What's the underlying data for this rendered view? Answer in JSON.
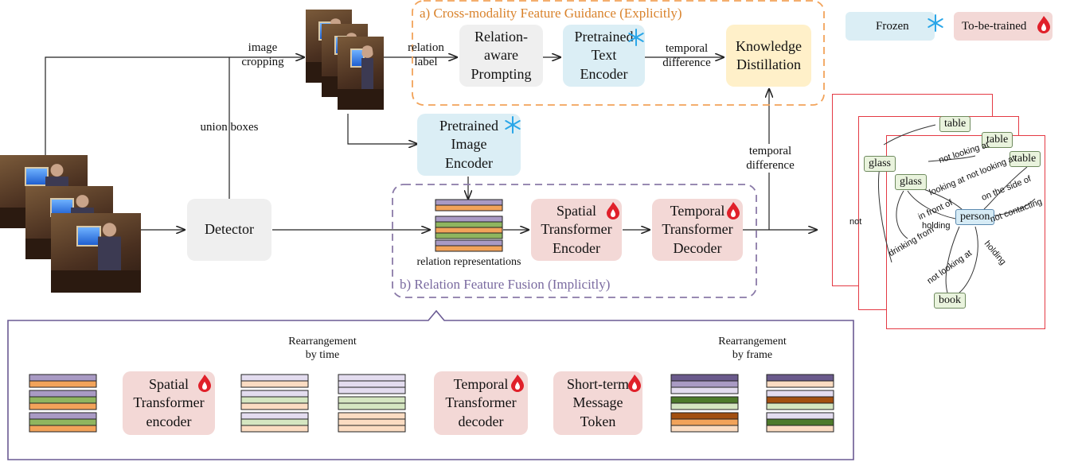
{
  "legend": {
    "frozen": "Frozen",
    "trainable": "To-be-trained"
  },
  "colors": {
    "gray": "#efefef",
    "blue": "#dbeef5",
    "pink": "#f3d8d6",
    "yellow": "#fff0c9",
    "orange_dash": "#f2a35a",
    "purple_dash": "#8a7aa8",
    "panel_border": "#6a5a93",
    "snowflake": "#2aa6e8",
    "flame": "#e0202a"
  },
  "labels": {
    "image_cropping": "image\ncropping",
    "union_boxes": "union boxes",
    "relation_label": "relation\nlabel",
    "temporal_difference_top": "temporal\ndifference",
    "temporal_difference_mid": "temporal\ndifference",
    "relation_representations": "relation representations"
  },
  "captions": {
    "section_a": "a) Cross-modality Feature Guidance (Explicitly)",
    "section_b": "b) Relation Feature Fusion (Implicitly)"
  },
  "modules": {
    "relation_prompting": "Relation-\naware\nPrompting",
    "text_encoder": "Pretrained\nText\nEncoder",
    "knowledge_distillation": "Knowledge\nDistillation",
    "image_encoder": "Pretrained\nImage\nEncoder",
    "detector": "Detector",
    "spatial_encoder": "Spatial\nTransformer\nEncoder",
    "temporal_decoder": "Temporal\nTransformer\nDecoder"
  },
  "bottom_panel": {
    "spatial": "Spatial\nTransformer\nencoder",
    "rearrange_time": "Rearrangement\nby time",
    "temporal": "Temporal\nTransformer\ndecoder",
    "short_term": "Short-term\nMessage\nToken",
    "rearrange_frame": "Rearrangement\nby frame"
  },
  "scene_graph": {
    "nodes": {
      "table_back": "table",
      "table_mid": "table",
      "glass_mid": "glass",
      "glass": "glass",
      "table": "table",
      "person": "person",
      "book": "book"
    },
    "edges": {
      "not_looking_at_mid": "not looking at",
      "looking_at": "looking at",
      "not_looking_at": "not looking at",
      "in_front_of": "in front of",
      "on_the_side_of": "on the side of",
      "holding": "holding",
      "not_contacting": "not contacting",
      "drinking_from": "drinking from",
      "not_looking_at_2": "not looking at",
      "holding_2": "holding",
      "not_cut": "not"
    }
  }
}
